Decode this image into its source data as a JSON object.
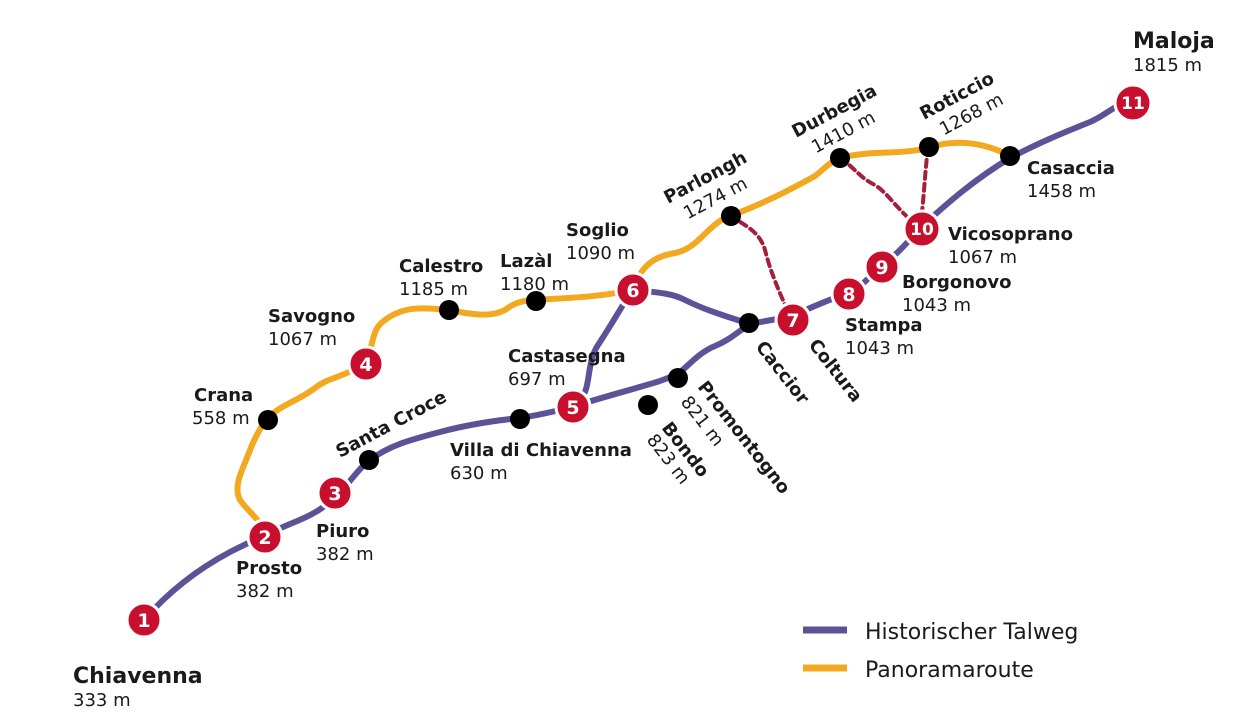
{
  "colors": {
    "historic": "#5b5297",
    "panorama": "#f2a91f",
    "connector": "#a51f3c",
    "stop": "#c8102e"
  },
  "legend": {
    "historic": "Historischer Talweg",
    "panorama": "Panoramaroute"
  },
  "stops": [
    {
      "num": "1",
      "name": "Chiavenna",
      "alt": "333 m"
    },
    {
      "num": "2",
      "name": "Prosto",
      "alt": "382 m"
    },
    {
      "num": "3",
      "name": "Piuro",
      "alt": "382 m"
    },
    {
      "num": "4",
      "name": "Savogno",
      "alt": "1067 m"
    },
    {
      "num": "5",
      "name": "Castasegna",
      "alt": "697 m"
    },
    {
      "num": "6",
      "name": "Soglio",
      "alt": "1090 m"
    },
    {
      "num": "7",
      "name": "Coltura",
      "alt": ""
    },
    {
      "num": "8",
      "name": "Stampa",
      "alt": "1043 m"
    },
    {
      "num": "9",
      "name": "Borgonovo",
      "alt": "1043 m"
    },
    {
      "num": "10",
      "name": "Vicosoprano",
      "alt": "1067 m"
    },
    {
      "num": "11",
      "name": "Maloja",
      "alt": "1815 m"
    }
  ],
  "places": [
    {
      "name": "Crana",
      "alt": "558 m"
    },
    {
      "name": "Santa Croce",
      "alt": ""
    },
    {
      "name": "Villa di Chiavenna",
      "alt": "630 m"
    },
    {
      "name": "Calestro",
      "alt": "1185 m"
    },
    {
      "name": "Lazàl",
      "alt": "1180 m"
    },
    {
      "name": "Parlongh",
      "alt": "1274 m"
    },
    {
      "name": "Durbegia",
      "alt": "1410 m"
    },
    {
      "name": "Roticcio",
      "alt": "1268 m"
    },
    {
      "name": "Casaccia",
      "alt": "1458 m"
    },
    {
      "name": "Caccior",
      "alt": ""
    },
    {
      "name": "Promontogno",
      "alt": "821 m"
    },
    {
      "name": "Bondo",
      "alt": "823 m"
    }
  ]
}
